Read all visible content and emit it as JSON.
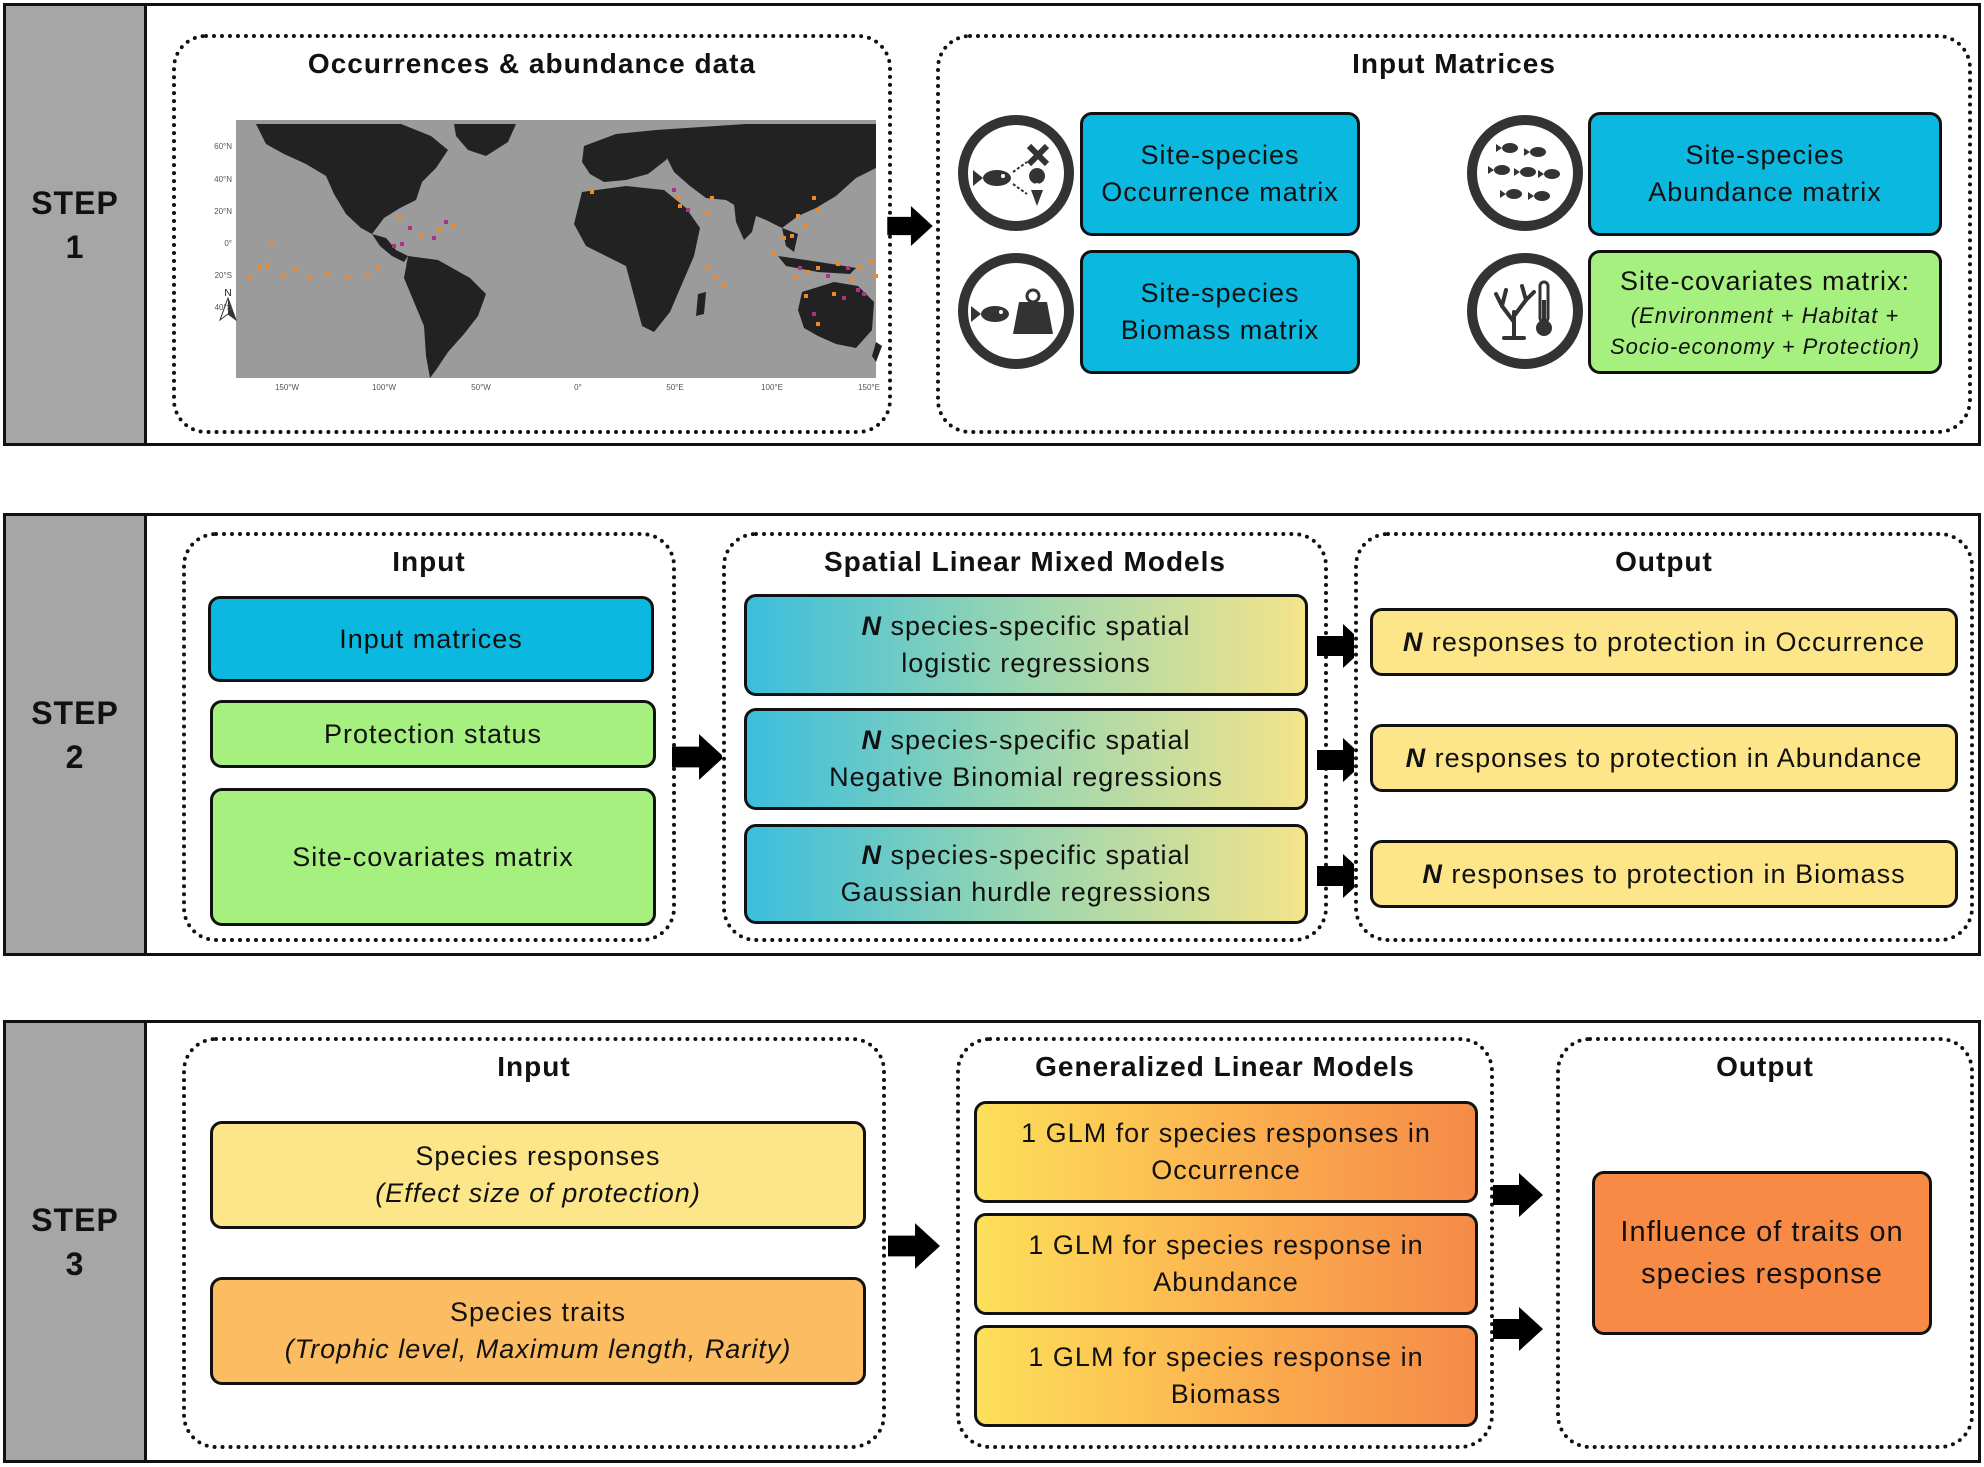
{
  "step1": {
    "label_word": "STEP",
    "label_num": "1",
    "left_panel_title": "Occurrences & abundance data",
    "map": {
      "lat_ticks": [
        "60°N",
        "40°N",
        "20°N",
        "0°",
        "20°S",
        "40°S"
      ],
      "lon_ticks": [
        "150°W",
        "100°W",
        "50°W",
        "0°",
        "50°E",
        "100°E",
        "150°E"
      ],
      "north": "N",
      "colors": {
        "sea": "#9b9b9b",
        "land": "#222222",
        "site_a": "#f08a24",
        "site_b": "#b0308a"
      }
    },
    "right_panel_title": "Input Matrices",
    "occurrence": {
      "line1": "Site-species",
      "line2": "Occurrence matrix"
    },
    "abundance": {
      "line1": "Site-species",
      "line2": "Abundance matrix"
    },
    "biomass": {
      "line1": "Site-species",
      "line2": "Biomass matrix"
    },
    "covariates": {
      "line1": "Site-covariates matrix:",
      "line2": "(Environment + Habitat +",
      "line3": "Socio-economy + Protection)"
    }
  },
  "step2": {
    "label_word": "STEP",
    "label_num": "2",
    "input_title": "Input",
    "input_matrices": "Input matrices",
    "protection_status": "Protection status",
    "site_covariates": "Site-covariates matrix",
    "models_title": "Spatial Linear Mixed Models",
    "model1": {
      "n": "N",
      "line1": " species-specific spatial",
      "line2": "logistic regressions"
    },
    "model2": {
      "n": "N",
      "line1": " species-specific spatial",
      "line2": "Negative Binomial regressions"
    },
    "model3": {
      "n": "N",
      "line1": " species-specific spatial",
      "line2": "Gaussian hurdle regressions"
    },
    "output_title": "Output",
    "out1": {
      "n": "N",
      "text": " responses to protection in Occurrence"
    },
    "out2": {
      "n": "N",
      "text": " responses to protection in Abundance"
    },
    "out3": {
      "n": "N",
      "text": " responses to protection in Biomass"
    }
  },
  "step3": {
    "label_word": "STEP",
    "label_num": "3",
    "input_title": "Input",
    "responses": {
      "line1": "Species responses",
      "line2": "(Effect size of protection)"
    },
    "traits": {
      "line1": "Species traits",
      "line2": "(Trophic level, Maximum length, Rarity)"
    },
    "glm_title": "Generalized Linear Models",
    "glm1": {
      "line1": "1 GLM for species responses in",
      "line2": "Occurrence"
    },
    "glm2": {
      "line1": "1 GLM for species response in",
      "line2": "Abundance"
    },
    "glm3": {
      "line1": "1 GLM for species response in",
      "line2": "Biomass"
    },
    "output_title": "Output",
    "influence": {
      "line1": "Influence of traits on",
      "line2": "species response"
    }
  }
}
